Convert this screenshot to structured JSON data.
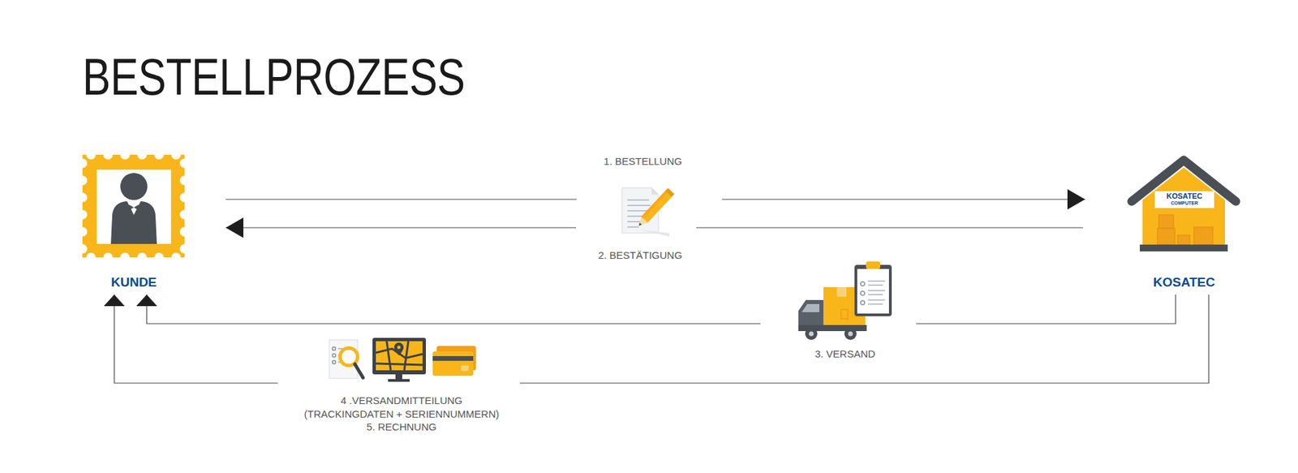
{
  "diagram": {
    "title": "BESTELLPROZESS",
    "nodes": [
      {
        "text": [
          "KUNDE"
        ]
      },
      {
        "text": [
          "KOSATEC"
        ]
      }
    ],
    "edges": [
      {
        "from": 0,
        "to": 1,
        "arrow": "to",
        "label": "1. BESTELLUNG"
      },
      {
        "from": 1,
        "to": 0,
        "arrow": "to",
        "label": "2. BESTÄTIGUNG"
      },
      {
        "from": 1,
        "to": 0,
        "arrow": "to",
        "label": "3. VERSAND"
      },
      {
        "from": 1,
        "to": 0,
        "arrow": "to",
        "label": "4 .VERSANDMITTEILUNG (TRACKINGDATEN + SERIENNUMMERN) 5. RECHNUNG"
      }
    ],
    "labels": [
      "KOSATEC",
      "COMPUTER"
    ]
  }
}
